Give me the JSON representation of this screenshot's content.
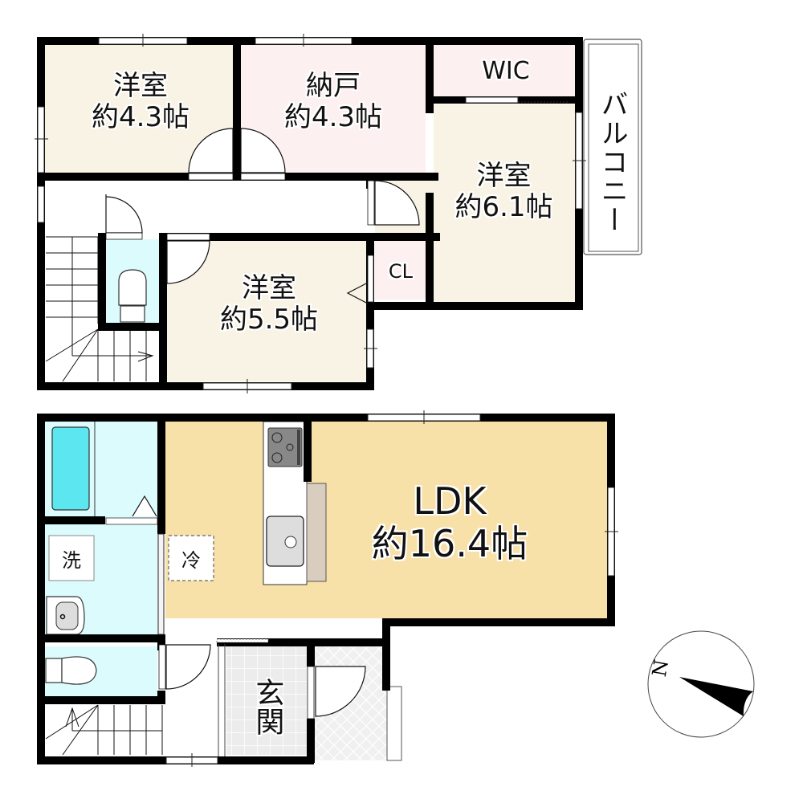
{
  "floor2": {
    "rooms": [
      {
        "id": "western-room-1",
        "name": "洋室",
        "size": "約4.3帖",
        "color": "#f8f3e4"
      },
      {
        "id": "storage-room",
        "name": "納戸",
        "size": "約4.3帖",
        "color": "#fdf0f0"
      },
      {
        "id": "wic",
        "name": "WIC",
        "color": "#fdf0f0"
      },
      {
        "id": "western-room-2",
        "name": "洋室",
        "size": "約6.1帖",
        "color": "#f8f3e4"
      },
      {
        "id": "western-room-3",
        "name": "洋室",
        "size": "約5.5帖",
        "color": "#f8f3e4"
      },
      {
        "id": "closet",
        "name": "CL",
        "color": "#fdf0f0"
      },
      {
        "id": "toilet-2f",
        "color": "#dcfbfd"
      },
      {
        "id": "balcony",
        "name": "バルコニー"
      }
    ]
  },
  "floor1": {
    "rooms": [
      {
        "id": "ldk",
        "name": "LDK",
        "size": "約16.4帖",
        "color": "#f7e1a8"
      },
      {
        "id": "bathroom",
        "color": "#dcfbfd"
      },
      {
        "id": "washroom",
        "color": "#dcfbfd"
      },
      {
        "id": "toilet-1f",
        "color": "#dcfbfd"
      },
      {
        "id": "entrance",
        "name": "玄関",
        "color": "#ececec"
      }
    ],
    "fixtures": {
      "washer": "洗",
      "fridge": "冷"
    }
  },
  "compass": {
    "label": "N"
  },
  "colors": {
    "wall": "#000000",
    "bathtub": "#5ce6f0",
    "counter": "#d9cdbf"
  }
}
